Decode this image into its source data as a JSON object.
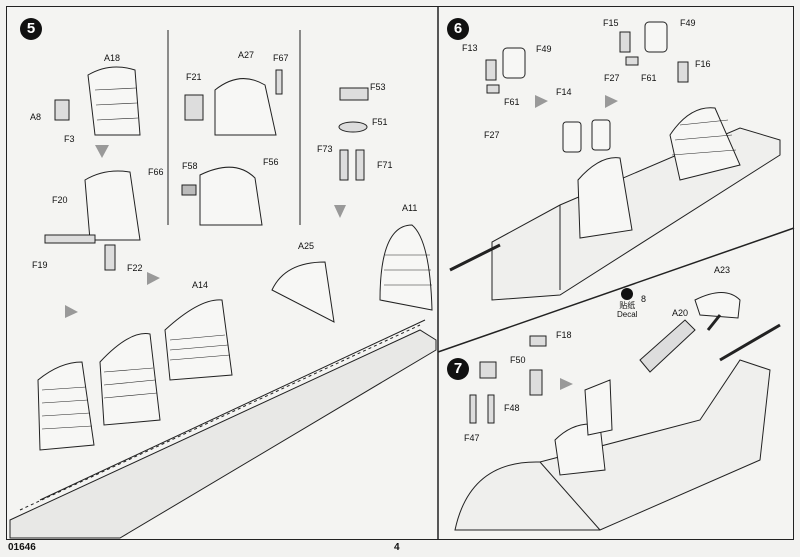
{
  "footer": {
    "kit_number": "01646",
    "page_number": "4"
  },
  "steps": [
    {
      "number": "5"
    },
    {
      "number": "6"
    },
    {
      "number": "7"
    }
  ],
  "decal": {
    "line1": "贴纸",
    "line2": "Decal",
    "number": "8"
  },
  "parts": {
    "a18": "A18",
    "a8": "A8",
    "f3": "F3",
    "f66": "F66",
    "f20": "F20",
    "f19": "F19",
    "f22": "F22",
    "f21": "F21",
    "a27": "A27",
    "f67": "F67",
    "f58": "F58",
    "f56": "F56",
    "f53": "F53",
    "f51": "F51",
    "f73": "F73",
    "f71": "F71",
    "a11": "A11",
    "a25": "A25",
    "a14": "A14",
    "f13": "F13",
    "f49a": "F49",
    "f61a": "F61",
    "f14": "F14",
    "f27a": "F27",
    "f15": "F15",
    "f49b": "F49",
    "f16": "F16",
    "f27b": "F27",
    "f61b": "F61",
    "a23": "A23",
    "a20": "A20",
    "f18": "F18",
    "f50": "F50",
    "f48": "F48",
    "f47": "F47"
  }
}
